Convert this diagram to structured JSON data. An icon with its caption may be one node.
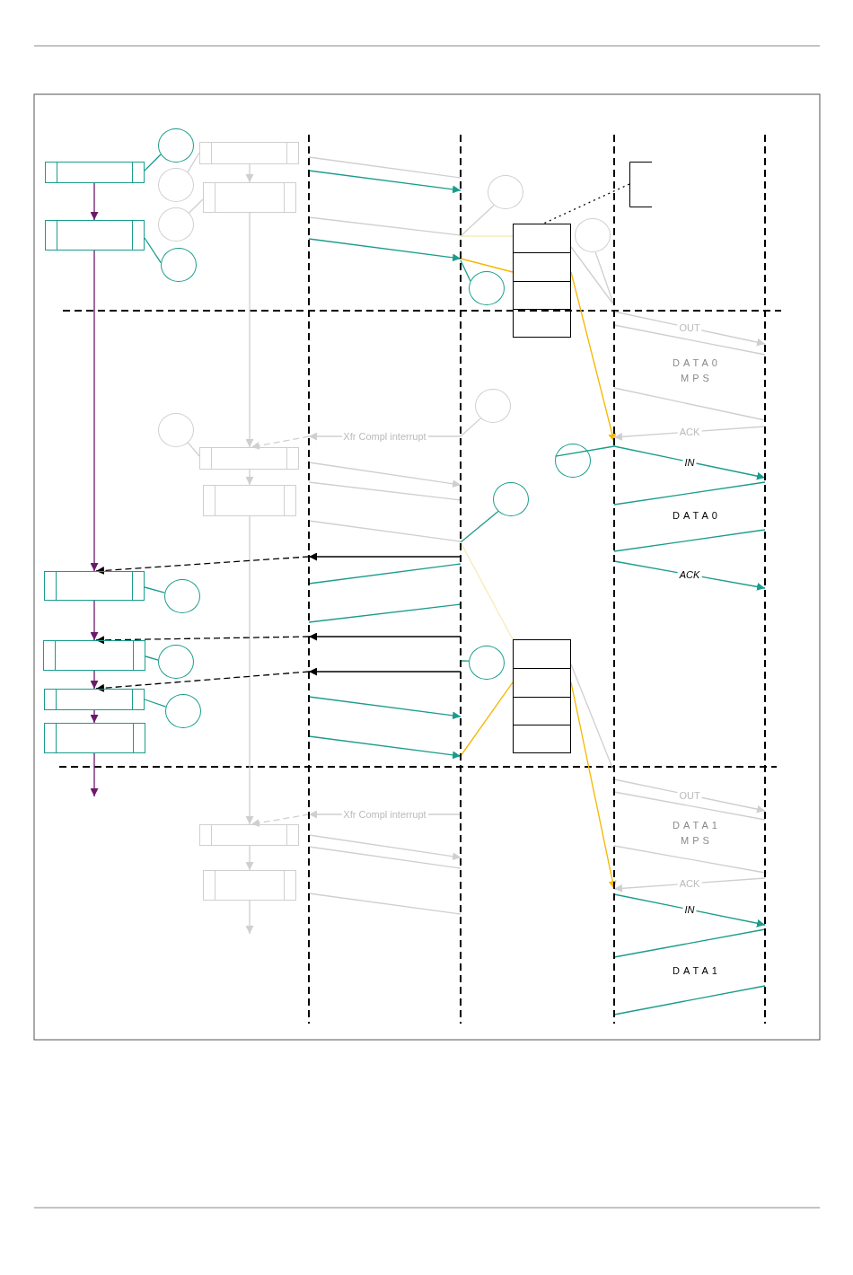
{
  "diagram": {
    "nodes": [
      {
        "text": [],
        "shape": "line"
      },
      {
        "text": [],
        "shape": "line"
      },
      {
        "text": [],
        "shape": "line"
      },
      {
        "text": [],
        "shape": "line"
      },
      {
        "text": [],
        "shape": "box"
      },
      {
        "text": [],
        "shape": "box"
      },
      {
        "text": [],
        "shape": "box"
      },
      {
        "text": [],
        "shape": "box"
      },
      {
        "text": [],
        "shape": "box"
      },
      {
        "text": [],
        "shape": "box"
      },
      {
        "text": [],
        "shape": "circle"
      },
      {
        "text": [],
        "shape": "circle"
      },
      {
        "text": [],
        "shape": "circle"
      },
      {
        "text": [],
        "shape": "circle"
      },
      {
        "text": [],
        "shape": "circle"
      },
      {
        "text": [],
        "shape": "box"
      },
      {
        "text": [],
        "shape": "box"
      },
      {
        "text": [],
        "shape": "box"
      },
      {
        "text": [],
        "shape": "box"
      },
      {
        "text": [],
        "shape": "box"
      },
      {
        "text": [],
        "shape": "box"
      },
      {
        "text": [],
        "shape": "circle"
      },
      {
        "text": [],
        "shape": "circle"
      },
      {
        "text": [],
        "shape": "circle"
      },
      {
        "text": [],
        "shape": "stack"
      },
      {
        "text": [],
        "shape": "stack"
      },
      {
        "text": [],
        "shape": "bracket"
      },
      {
        "text": [],
        "shape": "circle"
      },
      {
        "text": [],
        "shape": "circle"
      },
      {
        "text": [],
        "shape": "circle"
      },
      {
        "text": [],
        "shape": "circle"
      },
      {
        "text": [],
        "shape": "circle"
      },
      {
        "text": [],
        "shape": "circle"
      },
      {
        "text": [],
        "shape": "circle"
      }
    ],
    "edges": [
      {
        "from": 4,
        "to": 5,
        "arrow": "to",
        "color": "#6b1a6b"
      },
      {
        "from": 5,
        "to": 6,
        "arrow": "to",
        "color": "#6b1a6b"
      },
      {
        "from": 6,
        "to": 7,
        "arrow": "to",
        "color": "#6b1a6b"
      },
      {
        "from": 7,
        "to": 8,
        "arrow": "to",
        "color": "#6b1a6b"
      },
      {
        "from": 8,
        "to": 9,
        "arrow": "to",
        "color": "#6b1a6b"
      },
      {
        "from": 9,
        "to": null,
        "arrow": "to",
        "color": "#6b1a6b"
      },
      {
        "from": 10,
        "to": 4,
        "arrow": "none",
        "color": "#1a9c8c"
      },
      {
        "from": 11,
        "to": 5,
        "arrow": "none",
        "color": "#1a9c8c"
      },
      {
        "from": 12,
        "to": 6,
        "arrow": "none",
        "color": "#1a9c8c"
      },
      {
        "from": 13,
        "to": 7,
        "arrow": "none",
        "color": "#1a9c8c"
      },
      {
        "from": 14,
        "to": 8,
        "arrow": "none",
        "color": "#1a9c8c"
      },
      {
        "from": 15,
        "to": 16,
        "arrow": "to"
      },
      {
        "from": 16,
        "to": 17,
        "arrow": "to"
      },
      {
        "from": 17,
        "to": 18,
        "arrow": "to"
      },
      {
        "from": 18,
        "to": 19,
        "arrow": "to"
      },
      {
        "from": 19,
        "to": 20,
        "arrow": "to"
      },
      {
        "from": 20,
        "to": null,
        "arrow": "to"
      },
      {
        "from": 21,
        "to": 15,
        "arrow": "none"
      },
      {
        "from": 22,
        "to": 16,
        "arrow": "none"
      },
      {
        "from": 23,
        "to": 17,
        "arrow": "none"
      },
      {
        "from": 0,
        "to": 1,
        "arrow": "none"
      },
      {
        "from": 0,
        "to": 1,
        "arrow": "to",
        "color": "#1a9c8c"
      },
      {
        "from": 0,
        "to": 1,
        "arrow": "none"
      },
      {
        "from": 0,
        "to": 1,
        "arrow": "to",
        "color": "#1a9c8c"
      },
      {
        "from": 26,
        "to": 24,
        "arrow": "none",
        "style": "dashed",
        "color": "#000000"
      },
      {
        "from": 1,
        "to": 24,
        "arrow": "none",
        "color": "#f5b800"
      },
      {
        "from": 24,
        "to": 2,
        "arrow": "to",
        "color": "#f5b800"
      },
      {
        "from": 1,
        "to": 24,
        "arrow": "none",
        "color": "#f5ebb8"
      },
      {
        "from": 24,
        "to": 2,
        "arrow": "none"
      },
      {
        "from": 27,
        "to": 1,
        "arrow": "none"
      },
      {
        "from": 28,
        "to": 1,
        "arrow": "none",
        "color": "#1a9c8c"
      },
      {
        "from": 29,
        "to": 2,
        "arrow": "none"
      },
      {
        "from": 2,
        "to": 3,
        "arrow": "to",
        "label": "OUT"
      },
      {
        "from": 2,
        "to": 3,
        "arrow": "none"
      },
      {
        "from": 2,
        "to": 3,
        "arrow": "none"
      },
      {
        "from": 3,
        "to": 2,
        "arrow": "to",
        "label": "ACK"
      },
      {
        "from": 2,
        "to": 3,
        "arrow": "to",
        "label": "IN",
        "color": "#1a9c8c"
      },
      {
        "from": 3,
        "to": 2,
        "arrow": "none",
        "color": "#1a9c8c"
      },
      {
        "from": 3,
        "to": 2,
        "arrow": "none",
        "color": "#1a9c8c"
      },
      {
        "from": 2,
        "to": 3,
        "arrow": "to",
        "label": "ACK",
        "color": "#1a9c8c"
      },
      {
        "from": 31,
        "to": 2,
        "arrow": "none",
        "color": "#1a9c8c"
      },
      {
        "from": 30,
        "to": 1,
        "arrow": "none"
      },
      {
        "from": 1,
        "to": 0,
        "arrow": "to",
        "label": "Xfr Compl interrupt"
      },
      {
        "from": 0,
        "to": 17,
        "arrow": "to",
        "style": "dashed"
      },
      {
        "from": 0,
        "to": 1,
        "arrow": "to"
      },
      {
        "from": 0,
        "to": 1,
        "arrow": "none"
      },
      {
        "from": 0,
        "to": 1,
        "arrow": "none"
      },
      {
        "from": 32,
        "to": 1,
        "arrow": "none",
        "color": "#1a9c8c"
      },
      {
        "from": 1,
        "to": 0,
        "arrow": "to",
        "color": "#000000"
      },
      {
        "from": 0,
        "to": 6,
        "arrow": "to",
        "style": "dashed",
        "color": "#000000"
      },
      {
        "from": 0,
        "to": 1,
        "arrow": "none",
        "color": "#1a9c8c"
      },
      {
        "from": 0,
        "to": 1,
        "arrow": "none",
        "color": "#1a9c8c"
      },
      {
        "from": 1,
        "to": 0,
        "arrow": "to",
        "color": "#000000"
      },
      {
        "from": 0,
        "to": 7,
        "arrow": "to",
        "style": "dashed",
        "color": "#000000"
      },
      {
        "from": 1,
        "to": 0,
        "arrow": "to",
        "color": "#000000"
      },
      {
        "from": 0,
        "to": 8,
        "arrow": "to",
        "style": "dashed",
        "color": "#000000"
      },
      {
        "from": 0,
        "to": 1,
        "arrow": "to",
        "color": "#1a9c8c"
      },
      {
        "from": 0,
        "to": 1,
        "arrow": "to",
        "color": "#1a9c8c"
      },
      {
        "from": 33,
        "to": 1,
        "arrow": "none",
        "color": "#1a9c8c"
      },
      {
        "from": 1,
        "to": 25,
        "arrow": "none",
        "color": "#f5ebb8"
      },
      {
        "from": 1,
        "to": 25,
        "arrow": "none",
        "color": "#f5b800"
      },
      {
        "from": 25,
        "to": 2,
        "arrow": "to",
        "color": "#f5b800"
      },
      {
        "from": 25,
        "to": 2,
        "arrow": "none"
      },
      {
        "from": 1,
        "to": 0,
        "arrow": "to",
        "label": "Xfr Compl interrupt"
      },
      {
        "from": 0,
        "to": 19,
        "arrow": "to",
        "style": "dashed"
      },
      {
        "from": 0,
        "to": 1,
        "arrow": "to"
      },
      {
        "from": 0,
        "to": 1,
        "arrow": "none"
      },
      {
        "from": 0,
        "to": 1,
        "arrow": "none"
      },
      {
        "from": 2,
        "to": 3,
        "arrow": "to",
        "label": "OUT"
      },
      {
        "from": 2,
        "to": 3,
        "arrow": "none"
      },
      {
        "from": 2,
        "to": 3,
        "arrow": "none"
      },
      {
        "from": 3,
        "to": 2,
        "arrow": "to",
        "label": "ACK"
      },
      {
        "from": 2,
        "to": 3,
        "arrow": "to",
        "label": "IN",
        "color": "#1a9c8c"
      },
      {
        "from": 3,
        "to": 2,
        "arrow": "none",
        "color": "#1a9c8c"
      },
      {
        "from": 3,
        "to": 2,
        "arrow": "none",
        "color": "#1a9c8c"
      }
    ],
    "labels": [
      "DATA0 MPS",
      "DATA0",
      "DATA1 MPS",
      "DATA1"
    ]
  }
}
